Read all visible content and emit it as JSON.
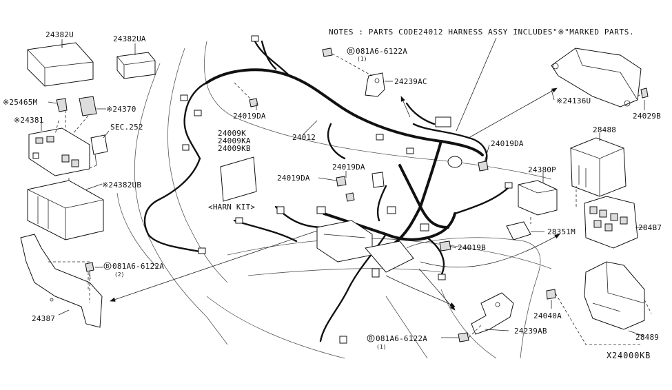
{
  "diagram": {
    "note": "NOTES : PARTS CODE24012 HARNESS ASSY INCLUDES\"※\"MARKED PARTS.",
    "diagram_code": "X24000KB",
    "labels": {
      "p24382U": "24382U",
      "p24382UA": "24382UA",
      "p25465M": "※25465M",
      "p24370": "※24370",
      "p24381": "※24381",
      "sec252": "SEC.252",
      "p24382UB": "※24382UB",
      "p24387": "24387",
      "bolt_left": "081A6-6122A",
      "bolt_left_qty": "(2)",
      "p24019DA_top": "24019DA",
      "p24009K": "24009K",
      "p24009KA": "24009KA",
      "p24009KB": "24009KB",
      "harn_kit": "<HARN KIT>",
      "p24012": "24012",
      "bolt_top": "081A6-6122A",
      "bolt_top_qty": "(1)",
      "p24239AC": "24239AC",
      "p24019DA_mid": "24019DA",
      "p24019DA_left": "24019DA",
      "p24019DA_right": "24019DA",
      "p24136U": "※24136U",
      "p24029B": "24029B",
      "p28488": "28488",
      "p24380P": "24380P",
      "p28351M": "28351M",
      "p284B7": "284B7",
      "p24019B": "24019B",
      "p24040A": "24040A",
      "p28489": "28489",
      "bolt_bottom": "081A6-6122A",
      "bolt_bottom_qty": "(1)",
      "p24239AB": "24239AB"
    }
  }
}
